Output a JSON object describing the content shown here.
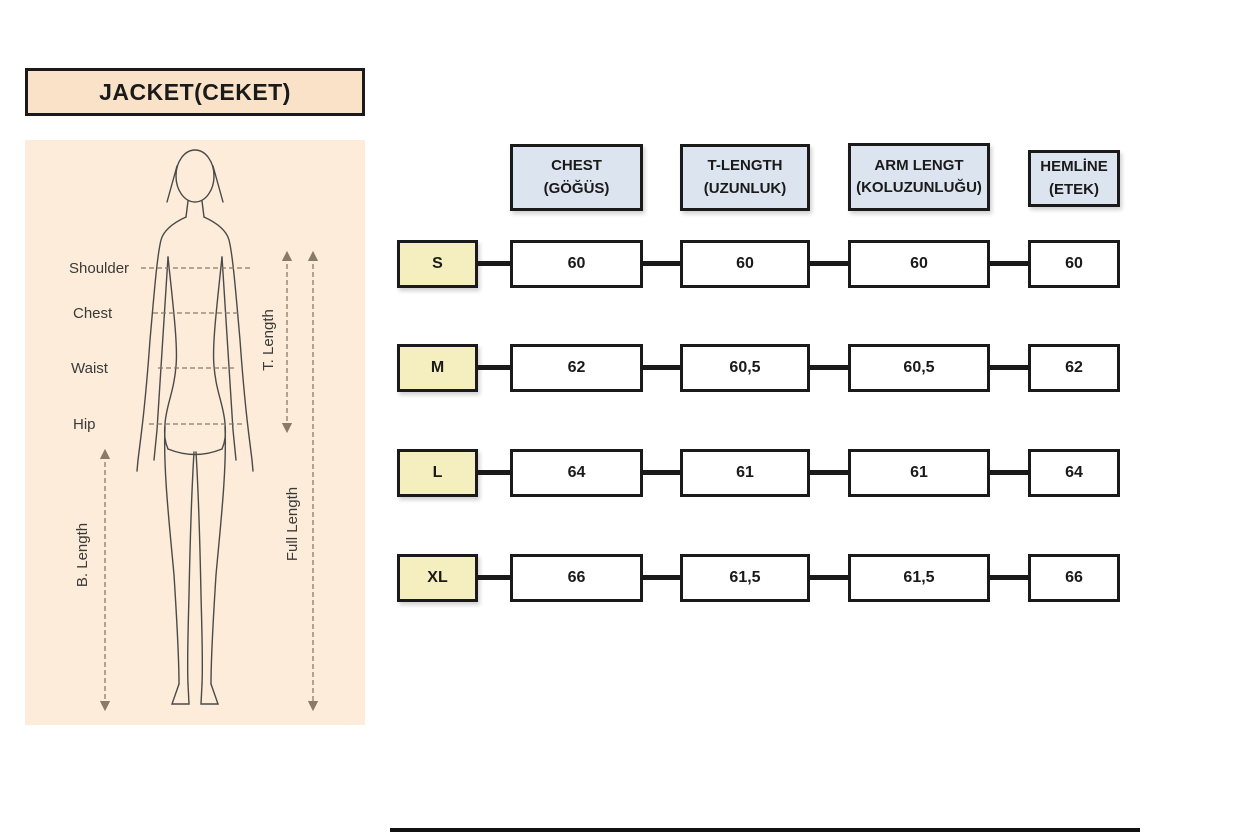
{
  "title": "JACKET(CEKET)",
  "figure": {
    "shoulder": "Shoulder",
    "chest": "Chest",
    "waist": "Waist",
    "hip": "Hip",
    "t_length": "T. Length",
    "full_length": "Full Length",
    "b_length": "B. Length"
  },
  "chart_data": {
    "type": "table",
    "columns": [
      {
        "label": "CHEST",
        "sub": "(GÖĞÜS)"
      },
      {
        "label": "T-LENGTH",
        "sub": "(UZUNLUK)"
      },
      {
        "label": "ARM LENGT",
        "sub": "(KOLUZUNLUĞU)"
      },
      {
        "label": "HEMLİNE",
        "sub": "(ETEK)"
      }
    ],
    "rows": [
      {
        "size": "S",
        "values": [
          "60",
          "60",
          "60",
          "60"
        ]
      },
      {
        "size": "M",
        "values": [
          "62",
          "60,5",
          "60,5",
          "62"
        ]
      },
      {
        "size": "L",
        "values": [
          "64",
          "61",
          "61",
          "64"
        ]
      },
      {
        "size": "XL",
        "values": [
          "66",
          "61,5",
          "61,5",
          "66"
        ]
      }
    ]
  },
  "colors": {
    "header_bg": "#dce4f0",
    "size_bg": "#f5efc0",
    "panel_bg": "#fcecd9",
    "title_bg": "#f9e2c8",
    "border": "#1a1a1a"
  }
}
